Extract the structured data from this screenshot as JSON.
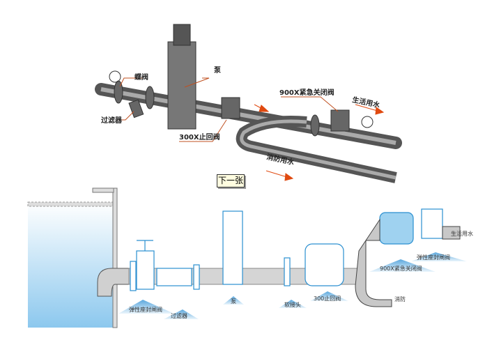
{
  "top_diagram": {
    "labels": {
      "butterfly_valve": "蝶阀",
      "pump": "泵",
      "filter": "过滤器",
      "check_valve": "300X止回阀",
      "emergency_valve": "900X紧急关闭阀",
      "domestic_water": "生活用水",
      "fire_water": "消防用水"
    }
  },
  "next_button": "下一张",
  "bottom_diagram": {
    "labels": {
      "gate_valve_1": "弹性座封闸阀",
      "filter": "过滤器",
      "pump": "泵",
      "soft_joint": "软接头",
      "check_valve": "300止回阀",
      "emergency_valve": "900X紧急关闭阀",
      "gate_valve_2": "弹性座封闸阀",
      "domestic_water": "生活用水",
      "fire": "消防"
    }
  },
  "colors": {
    "pipe": "#6e6e6e",
    "arrow": "#e04a10",
    "blue": "#2a8fd0",
    "water": "#bfe0f5"
  }
}
